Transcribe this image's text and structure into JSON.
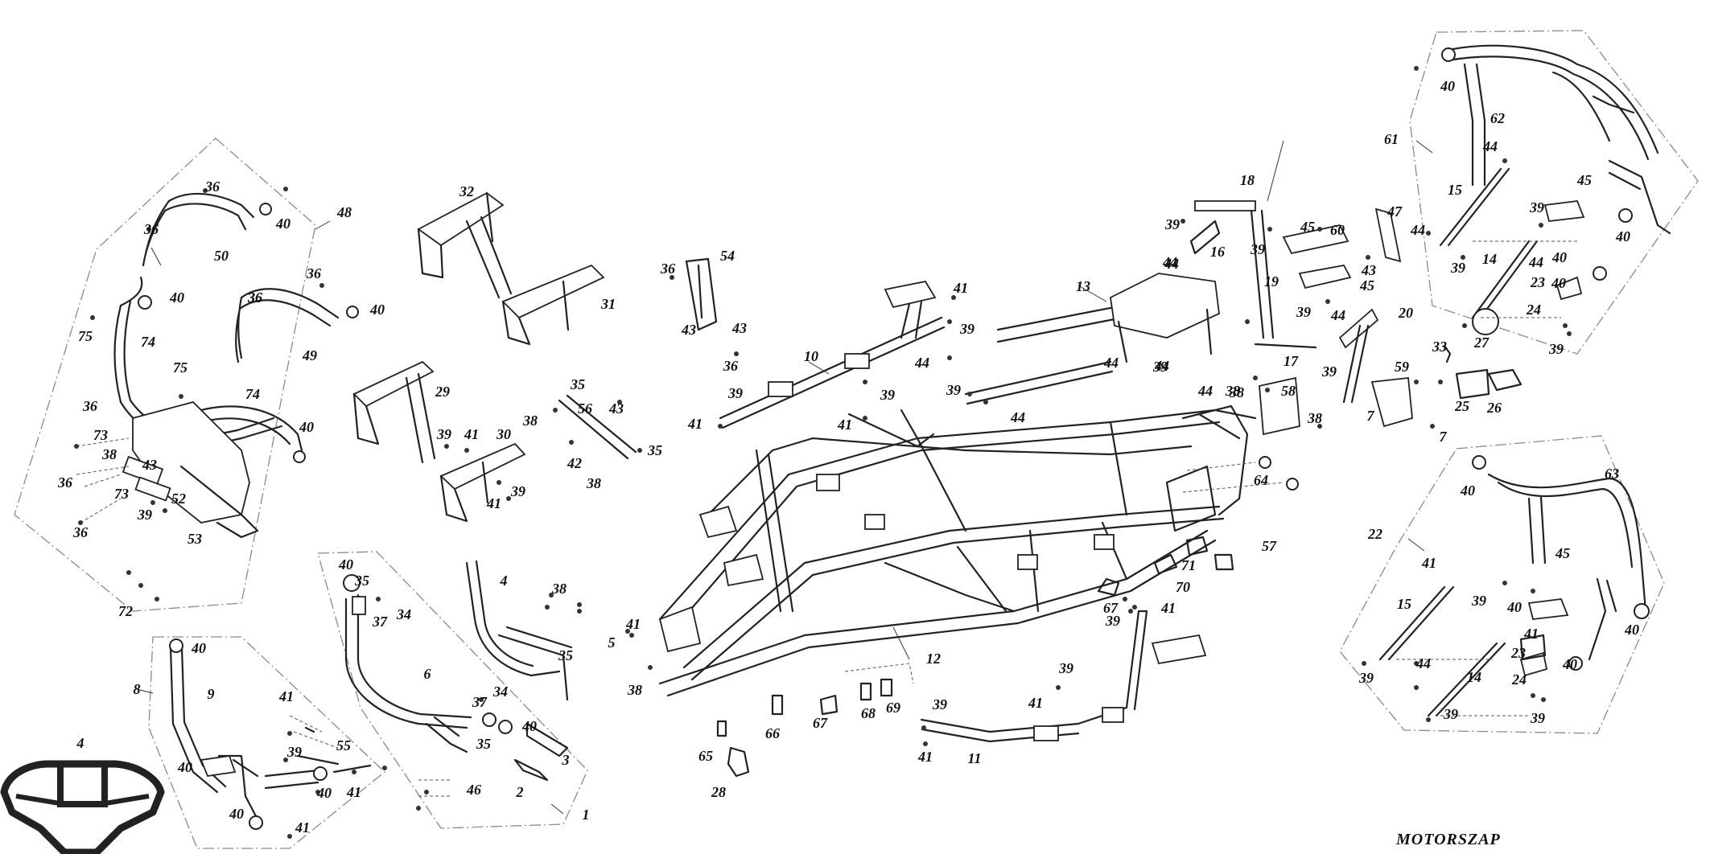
{
  "brand": "MOTORSZAP",
  "colors": {
    "line": "#222222",
    "group_outline": "#8a8a8a",
    "background": "#ffffff"
  },
  "labels": [
    "4",
    "36",
    "36",
    "40",
    "48",
    "36",
    "50",
    "40",
    "36",
    "75",
    "74",
    "36",
    "40",
    "49",
    "75",
    "74",
    "36",
    "40",
    "73",
    "38",
    "43",
    "36",
    "73",
    "52",
    "39",
    "36",
    "53",
    "72",
    "32",
    "31",
    "29",
    "39",
    "41",
    "30",
    "39",
    "41",
    "36",
    "54",
    "43",
    "43",
    "36",
    "35",
    "56",
    "43",
    "38",
    "42",
    "35",
    "38",
    "40",
    "35",
    "37",
    "34",
    "4",
    "6",
    "38",
    "5",
    "35",
    "38",
    "41",
    "37",
    "34",
    "40",
    "35",
    "3",
    "2",
    "46",
    "1",
    "8",
    "9",
    "40",
    "41",
    "39",
    "55",
    "40",
    "40",
    "41",
    "40",
    "41",
    "10",
    "41",
    "39",
    "39",
    "44",
    "41",
    "39",
    "41",
    "39",
    "44",
    "44",
    "13",
    "44",
    "44",
    "39",
    "44",
    "38",
    "18",
    "39",
    "16",
    "44",
    "39",
    "45",
    "60",
    "43",
    "45",
    "19",
    "47",
    "39",
    "17",
    "44",
    "20",
    "39",
    "59",
    "38",
    "58",
    "38",
    "7",
    "7",
    "12",
    "64",
    "57",
    "71",
    "70",
    "67",
    "39",
    "41",
    "39",
    "41",
    "39",
    "41",
    "11",
    "65",
    "66",
    "67",
    "68",
    "69",
    "28",
    "40",
    "62",
    "61",
    "44",
    "45",
    "15",
    "39",
    "40",
    "44",
    "39",
    "14",
    "44",
    "40",
    "23",
    "40",
    "24",
    "39",
    "33",
    "27",
    "25",
    "26",
    "40",
    "63",
    "22",
    "41",
    "45",
    "15",
    "39",
    "40",
    "41",
    "23",
    "44",
    "14",
    "24",
    "39",
    "40",
    "39",
    "40",
    "39"
  ]
}
